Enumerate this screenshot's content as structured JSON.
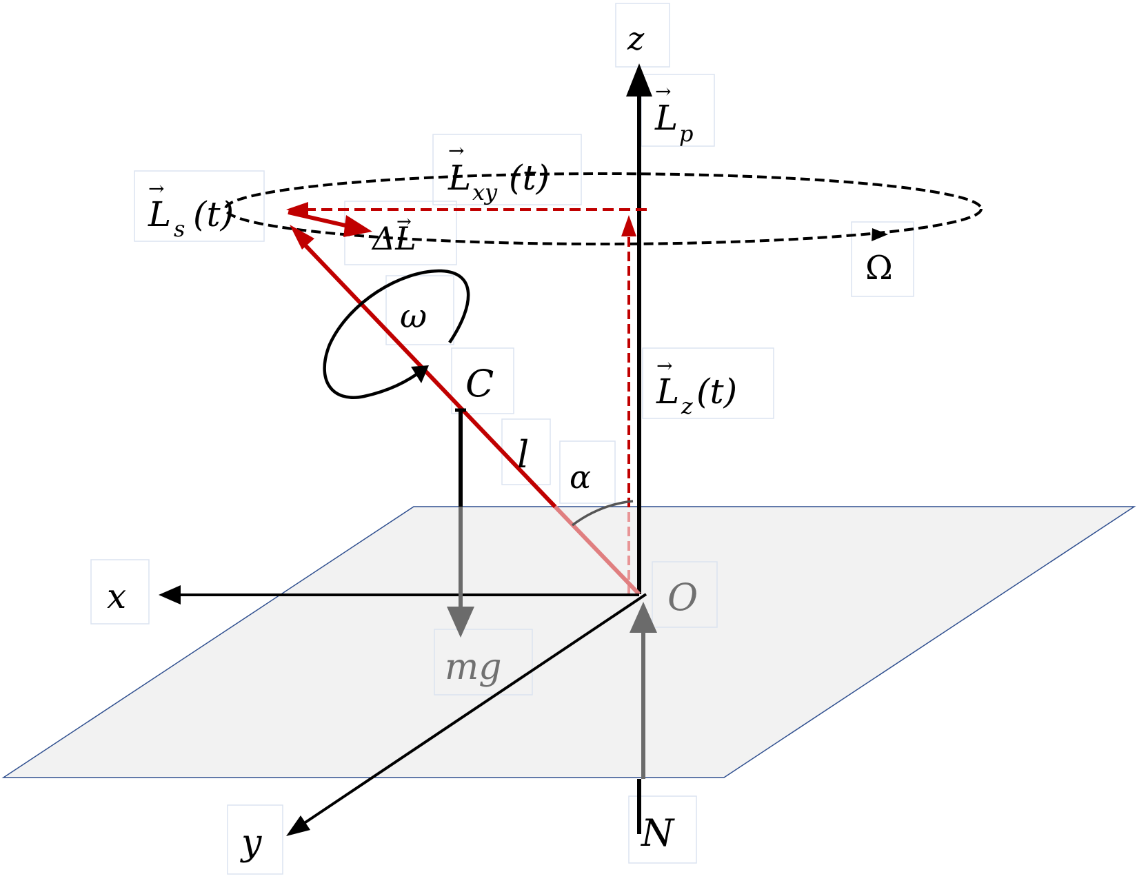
{
  "diagram": {
    "labels": {
      "z": "z",
      "x": "x",
      "y": "y",
      "Lp_main": "L",
      "Lp_sub": "p",
      "Lxy_main": "L",
      "Lxy_sub": "xy",
      "Lxy_arg": "(t)",
      "Ls_main": "L",
      "Ls_sub": "s",
      "Ls_arg": "(t)",
      "dL": "ΔL",
      "Omega": "Ω",
      "omega": "ω",
      "C": "C",
      "Lz_main": "L",
      "Lz_sub": "z",
      "Lz_arg": "(t)",
      "l": "l",
      "alpha": "α",
      "O": "O",
      "mg": "mg",
      "N": "N"
    },
    "colors": {
      "axis": "#000000",
      "vector_red": "#c00000",
      "vector_red_faded": "#d9787a",
      "force_gray": "#6b6b6b",
      "plane_fill": "#f2f2f2",
      "plane_edge": "#2f4f8f",
      "label_box_border": "#dbe3f0",
      "mg_text": "#707070",
      "O_text": "#707070"
    }
  }
}
